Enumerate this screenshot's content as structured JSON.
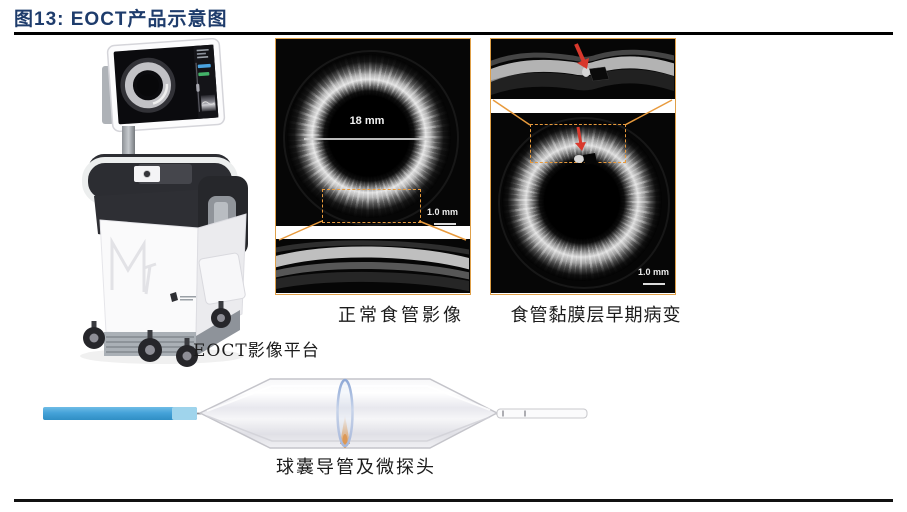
{
  "figure_title": "图13: EOCT产品示意图",
  "captions": {
    "platform": "EOCT影像平台",
    "normal": "正常食管影像",
    "lesion": "食管黏膜层早期病变",
    "catheter": "球囊导管及微探头"
  },
  "annotations": {
    "diameter": "18 mm",
    "scale_normal": "1.0 mm",
    "scale_lesion": "1.0 mm"
  },
  "icons": {
    "lesion_arrow": "red-arrow-pointer",
    "roi_box": "dashed-roi-rectangle",
    "oct_ring": "esophagus-oct-cross-section"
  },
  "colors": {
    "title_navy": "#1e3c6c",
    "panel_border_orange": "#dfa049",
    "roi_orange": "#e89a3c",
    "arrow_red": "#d8382c",
    "catheter_blue": "#45a3d9",
    "beam_orange": "#e8943c"
  }
}
